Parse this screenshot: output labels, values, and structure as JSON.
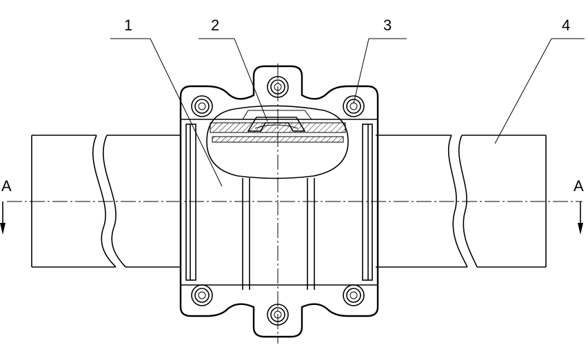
{
  "drawing": {
    "callouts": [
      "1",
      "2",
      "3",
      "4"
    ],
    "section_marker_left": "A",
    "section_marker_right": "A"
  },
  "colors": {
    "line": "#000000",
    "background": "#ffffff"
  }
}
